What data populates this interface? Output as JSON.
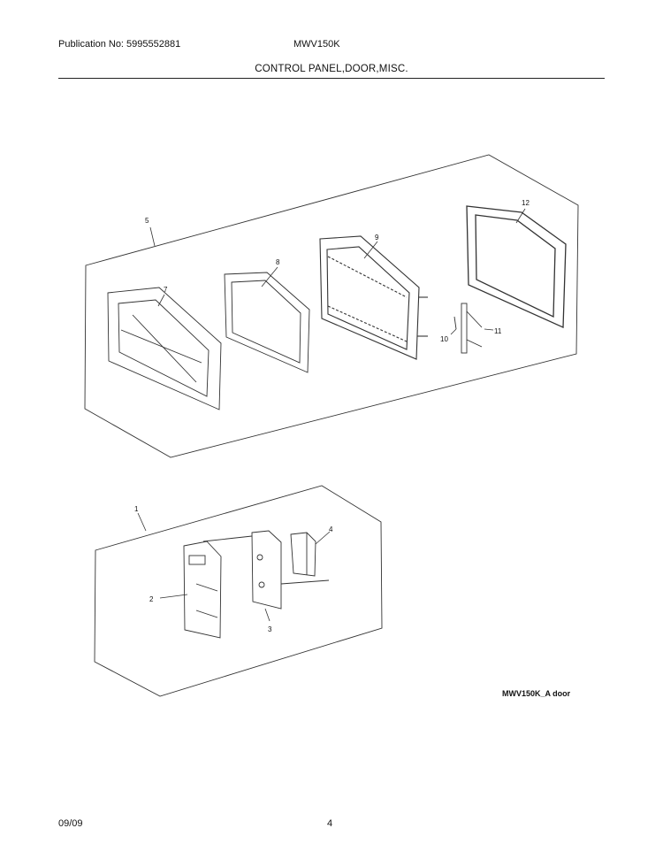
{
  "header": {
    "publication": "Publication No: 5995552881",
    "model": "MWV150K",
    "section_title": "CONTROL PANEL,DOOR,MISC."
  },
  "diagram": {
    "figure_id": "MWV150K_A door",
    "callouts": [
      "1",
      "2",
      "3",
      "4",
      "5",
      "7",
      "8",
      "9",
      "10",
      "11",
      "12"
    ]
  },
  "footer": {
    "date": "09/09",
    "page_number": "4"
  }
}
